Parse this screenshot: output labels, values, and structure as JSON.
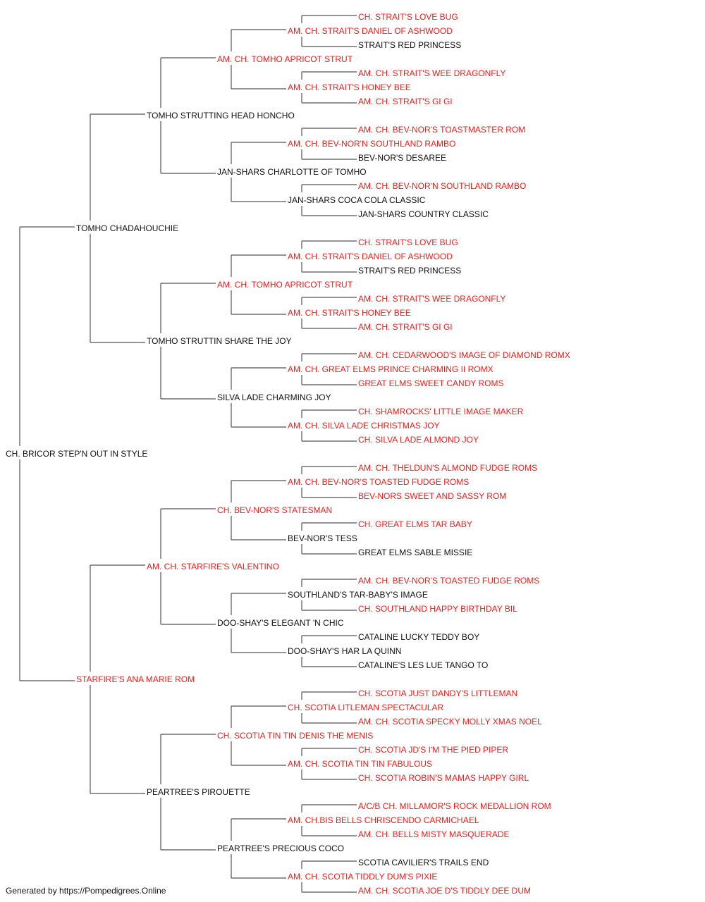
{
  "colors": {
    "champion": "#e8201f",
    "regular": "#111111",
    "line": "#555555"
  },
  "pedigree": {
    "name": "CH. BRICOR STEP'N OUT IN STYLE",
    "champion": false,
    "sire": {
      "name": "TOMHO CHADAHOUCHIE",
      "champion": false,
      "sire": {
        "name": "TOMHO STRUTTING HEAD HONCHO",
        "champion": false,
        "sire": {
          "name": "AM. CH. TOMHO APRICOT STRUT",
          "champion": true,
          "sire": {
            "name": "AM. CH. STRAIT'S DANIEL OF ASHWOOD",
            "champion": true,
            "sire": {
              "name": "CH. STRAIT'S LOVE BUG",
              "champion": true
            },
            "dam": {
              "name": "STRAIT'S RED PRINCESS",
              "champion": false
            }
          },
          "dam": {
            "name": "AM. CH. STRAIT'S HONEY BEE",
            "champion": true,
            "sire": {
              "name": "AM. CH. STRAIT'S WEE DRAGONFLY",
              "champion": true
            },
            "dam": {
              "name": "AM. CH. STRAIT'S GI GI",
              "champion": true
            }
          }
        },
        "dam": {
          "name": "JAN-SHARS CHARLOTTE OF TOMHO",
          "champion": false,
          "sire": {
            "name": "AM. CH. BEV-NOR'N SOUTHLAND RAMBO",
            "champion": true,
            "sire": {
              "name": "AM. CH. BEV-NOR'S TOASTMASTER ROM",
              "champion": true
            },
            "dam": {
              "name": "BEV-NOR'S DESAREE",
              "champion": false
            }
          },
          "dam": {
            "name": "JAN-SHARS COCA COLA CLASSIC",
            "champion": false,
            "sire": {
              "name": "AM. CH. BEV-NOR'N SOUTHLAND RAMBO",
              "champion": true
            },
            "dam": {
              "name": "JAN-SHARS COUNTRY CLASSIC",
              "champion": false
            }
          }
        }
      },
      "dam": {
        "name": "TOMHO STRUTTIN SHARE THE JOY",
        "champion": false,
        "sire": {
          "name": "AM. CH. TOMHO APRICOT STRUT",
          "champion": true,
          "sire": {
            "name": "AM. CH. STRAIT'S DANIEL OF ASHWOOD",
            "champion": true,
            "sire": {
              "name": "CH. STRAIT'S LOVE BUG",
              "champion": true
            },
            "dam": {
              "name": "STRAIT'S RED PRINCESS",
              "champion": false
            }
          },
          "dam": {
            "name": "AM. CH. STRAIT'S HONEY BEE",
            "champion": true,
            "sire": {
              "name": "AM. CH. STRAIT'S WEE DRAGONFLY",
              "champion": true
            },
            "dam": {
              "name": "AM. CH. STRAIT'S GI GI",
              "champion": true
            }
          }
        },
        "dam": {
          "name": "SILVA LADE CHARMING JOY",
          "champion": false,
          "sire": {
            "name": "AM. CH. GREAT ELMS PRINCE CHARMING II ROMX",
            "champion": true,
            "sire": {
              "name": "AM. CH. CEDARWOOD'S IMAGE OF DIAMOND ROMX",
              "champion": true
            },
            "dam": {
              "name": "GREAT ELMS SWEET CANDY ROMS",
              "champion": true
            }
          },
          "dam": {
            "name": "AM. CH. SILVA LADE CHRISTMAS JOY",
            "champion": true,
            "sire": {
              "name": "CH. SHAMROCKS' LITTLE IMAGE MAKER",
              "champion": true
            },
            "dam": {
              "name": "CH. SILVA LADE ALMOND JOY",
              "champion": true
            }
          }
        }
      }
    },
    "dam": {
      "name": "STARFIRE'S ANA MARIE ROM",
      "champion": true,
      "sire": {
        "name": "AM. CH. STARFIRE'S VALENTINO",
        "champion": true,
        "sire": {
          "name": "CH. BEV-NOR'S STATESMAN",
          "champion": true,
          "sire": {
            "name": "AM. CH. BEV-NOR'S TOASTED FUDGE ROMS",
            "champion": true,
            "sire": {
              "name": "AM. CH. THELDUN'S ALMOND FUDGE ROMS",
              "champion": true
            },
            "dam": {
              "name": "BEV-NORS SWEET AND SASSY ROM",
              "champion": true
            }
          },
          "dam": {
            "name": "BEV-NOR'S TESS",
            "champion": false,
            "sire": {
              "name": "CH. GREAT ELMS TAR BABY",
              "champion": true
            },
            "dam": {
              "name": "GREAT ELMS SABLE MISSIE",
              "champion": false
            }
          }
        },
        "dam": {
          "name": "DOO-SHAY'S ELEGANT 'N CHIC",
          "champion": false,
          "sire": {
            "name": "SOUTHLAND'S TAR-BABY'S IMAGE",
            "champion": false,
            "sire": {
              "name": "AM. CH. BEV-NOR'S TOASTED FUDGE ROMS",
              "champion": true
            },
            "dam": {
              "name": "CH. SOUTHLAND HAPPY BIRTHDAY BIL",
              "champion": true
            }
          },
          "dam": {
            "name": "DOO-SHAY'S HAR LA QUINN",
            "champion": false,
            "sire": {
              "name": "CATALINE LUCKY TEDDY BOY",
              "champion": false
            },
            "dam": {
              "name": "CATALINE'S LES LUE TANGO TO",
              "champion": false
            }
          }
        }
      },
      "dam": {
        "name": "PEARTREE'S PIROUETTE",
        "champion": false,
        "sire": {
          "name": "CH. SCOTIA TIN TIN DENIS THE MENIS",
          "champion": true,
          "sire": {
            "name": "CH. SCOTIA LITLEMAN SPECTACULAR",
            "champion": true,
            "sire": {
              "name": "CH. SCOTIA JUST DANDY'S LITTLEMAN",
              "champion": true
            },
            "dam": {
              "name": "AM. CH. SCOTIA SPECKY MOLLY XMAS NOEL",
              "champion": true
            }
          },
          "dam": {
            "name": "AM. CH. SCOTIA TIN TIN FABULOUS",
            "champion": true,
            "sire": {
              "name": "CH. SCOTIA JD'S I'M THE PIED PIPER",
              "champion": true
            },
            "dam": {
              "name": "CH. SCOTIA ROBIN'S MAMAS HAPPY GIRL",
              "champion": true
            }
          }
        },
        "dam": {
          "name": "PEARTREE'S PRECIOUS COCO",
          "champion": false,
          "sire": {
            "name": "AM. CH.BIS BELLS CHRISCENDO CARMICHAEL",
            "champion": true,
            "sire": {
              "name": "A/C/B CH. MILLAMOR'S ROCK MEDALLION ROM",
              "champion": true
            },
            "dam": {
              "name": "AM. CH. BELLS MISTY MASQUERADE",
              "champion": true
            }
          },
          "dam": {
            "name": "AM. CH. SCOTIA TIDDLY DUM'S PIXIE",
            "champion": true,
            "sire": {
              "name": "SCOTIA CAVILIER'S TRAILS END",
              "champion": false
            },
            "dam": {
              "name": "AM. CH. SCOTIA JOE D'S TIDDLY DEE DUM",
              "champion": true
            }
          }
        }
      }
    }
  },
  "footer": {
    "text": "Generated by https://Pompedigrees.Online"
  }
}
